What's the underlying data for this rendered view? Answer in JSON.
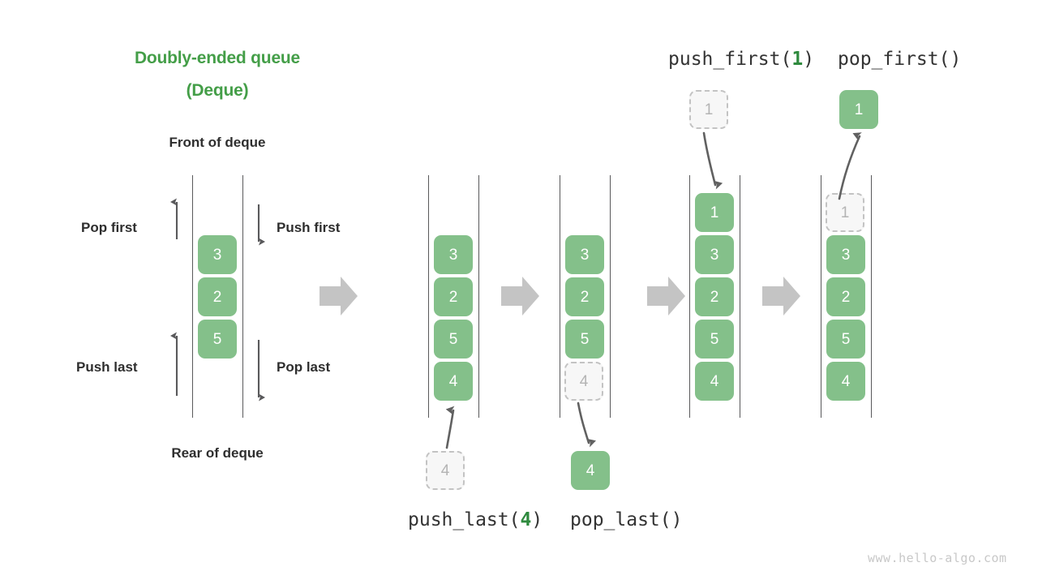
{
  "diagram": {
    "title_line1": "Doubly-ended queue",
    "title_line2": "(Deque)",
    "front_label": "Front of deque",
    "rear_label": "Rear of deque",
    "ops": {
      "pop_first": "Pop first",
      "push_first": "Push first",
      "push_last": "Push last",
      "pop_last": "Pop last"
    },
    "colors": {
      "title_green": "#449e48",
      "box_green": "#84c08a",
      "ghost_fill": "#f7f7f7",
      "ghost_border": "#c3c3c3",
      "ghost_text": "#b4b4b4",
      "rail": "#59595b",
      "flow_arrow": "#c4c4c4",
      "thin_arrow": "#59595b",
      "label_text": "#2e2e2e",
      "watermark": "#c8c8c8"
    },
    "captions": {
      "push_first": {
        "name": "push_first(",
        "arg": "1",
        "close": ")"
      },
      "pop_first": {
        "name": "pop_first",
        "arg": "",
        "close": "()"
      },
      "push_last": {
        "name": "push_last(",
        "arg": "4",
        "close": ")"
      },
      "pop_last": {
        "name": "pop_last",
        "arg": "",
        "close": "()"
      }
    },
    "watermark": "www.hello-algo.com",
    "stages": [
      {
        "id": "initial",
        "name": "initial-deque",
        "stack": [
          "3",
          "2",
          "5"
        ],
        "ghost_top": null,
        "ghost_bottom": null,
        "external": null
      },
      {
        "id": "after-push-last",
        "name": "after-push-last",
        "stack": [
          "3",
          "2",
          "5",
          "4"
        ],
        "ghost_top": null,
        "ghost_bottom": null,
        "external": {
          "value": "4",
          "kind": "ghost",
          "position": "below"
        }
      },
      {
        "id": "after-pop-last",
        "name": "after-pop-last",
        "stack": [
          "3",
          "2",
          "5"
        ],
        "ghost_top": null,
        "ghost_bottom": "4",
        "external": {
          "value": "4",
          "kind": "solid",
          "position": "below"
        }
      },
      {
        "id": "after-push-first",
        "name": "after-push-first",
        "stack": [
          "1",
          "3",
          "2",
          "5",
          "4"
        ],
        "ghost_top": null,
        "ghost_bottom": null,
        "external": {
          "value": "1",
          "kind": "ghost",
          "position": "above"
        }
      },
      {
        "id": "after-pop-first",
        "name": "after-pop-first",
        "stack": [
          "3",
          "2",
          "5",
          "4"
        ],
        "ghost_top": "1",
        "ghost_bottom": null,
        "external": {
          "value": "1",
          "kind": "solid",
          "position": "above"
        }
      }
    ],
    "flow_arrows": 4
  }
}
